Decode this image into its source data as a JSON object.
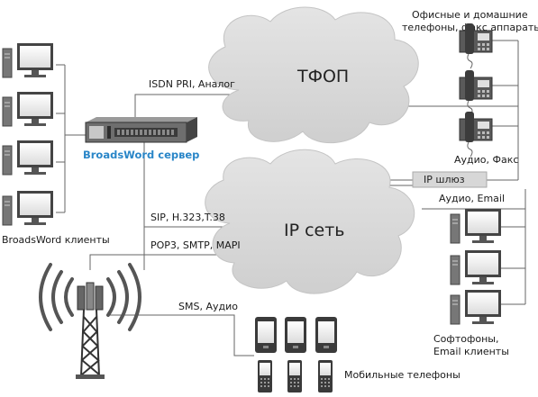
{
  "clouds": {
    "pstn": "ТФОП",
    "ip": "IP сеть"
  },
  "labels": {
    "isdn": "ISDN PRI, Аналог",
    "server": "BroadsWord сервер",
    "clients": "BroadsWord клиенты",
    "sip": "SIP, H.323,T.38",
    "pop3": "POP3, SMTP, MAPI",
    "sms": "SMS, Аудио",
    "mobile": "Мобильные телефоны",
    "office_line1": "Офисные и домашние",
    "office_line2": "телефоны, факс аппараты",
    "audio_fax": "Аудио, Факс",
    "ip_gateway": "IP шлюз",
    "audio_email": "Аудио, Email",
    "softphones_line1": "Софтофоны,",
    "softphones_line2": "Email клиенты"
  },
  "colors": {
    "cloud_fill": "#d9d9d9",
    "cloud_stroke": "#c8c8c8",
    "line": "#555555",
    "server_label": "#2a86c8"
  }
}
